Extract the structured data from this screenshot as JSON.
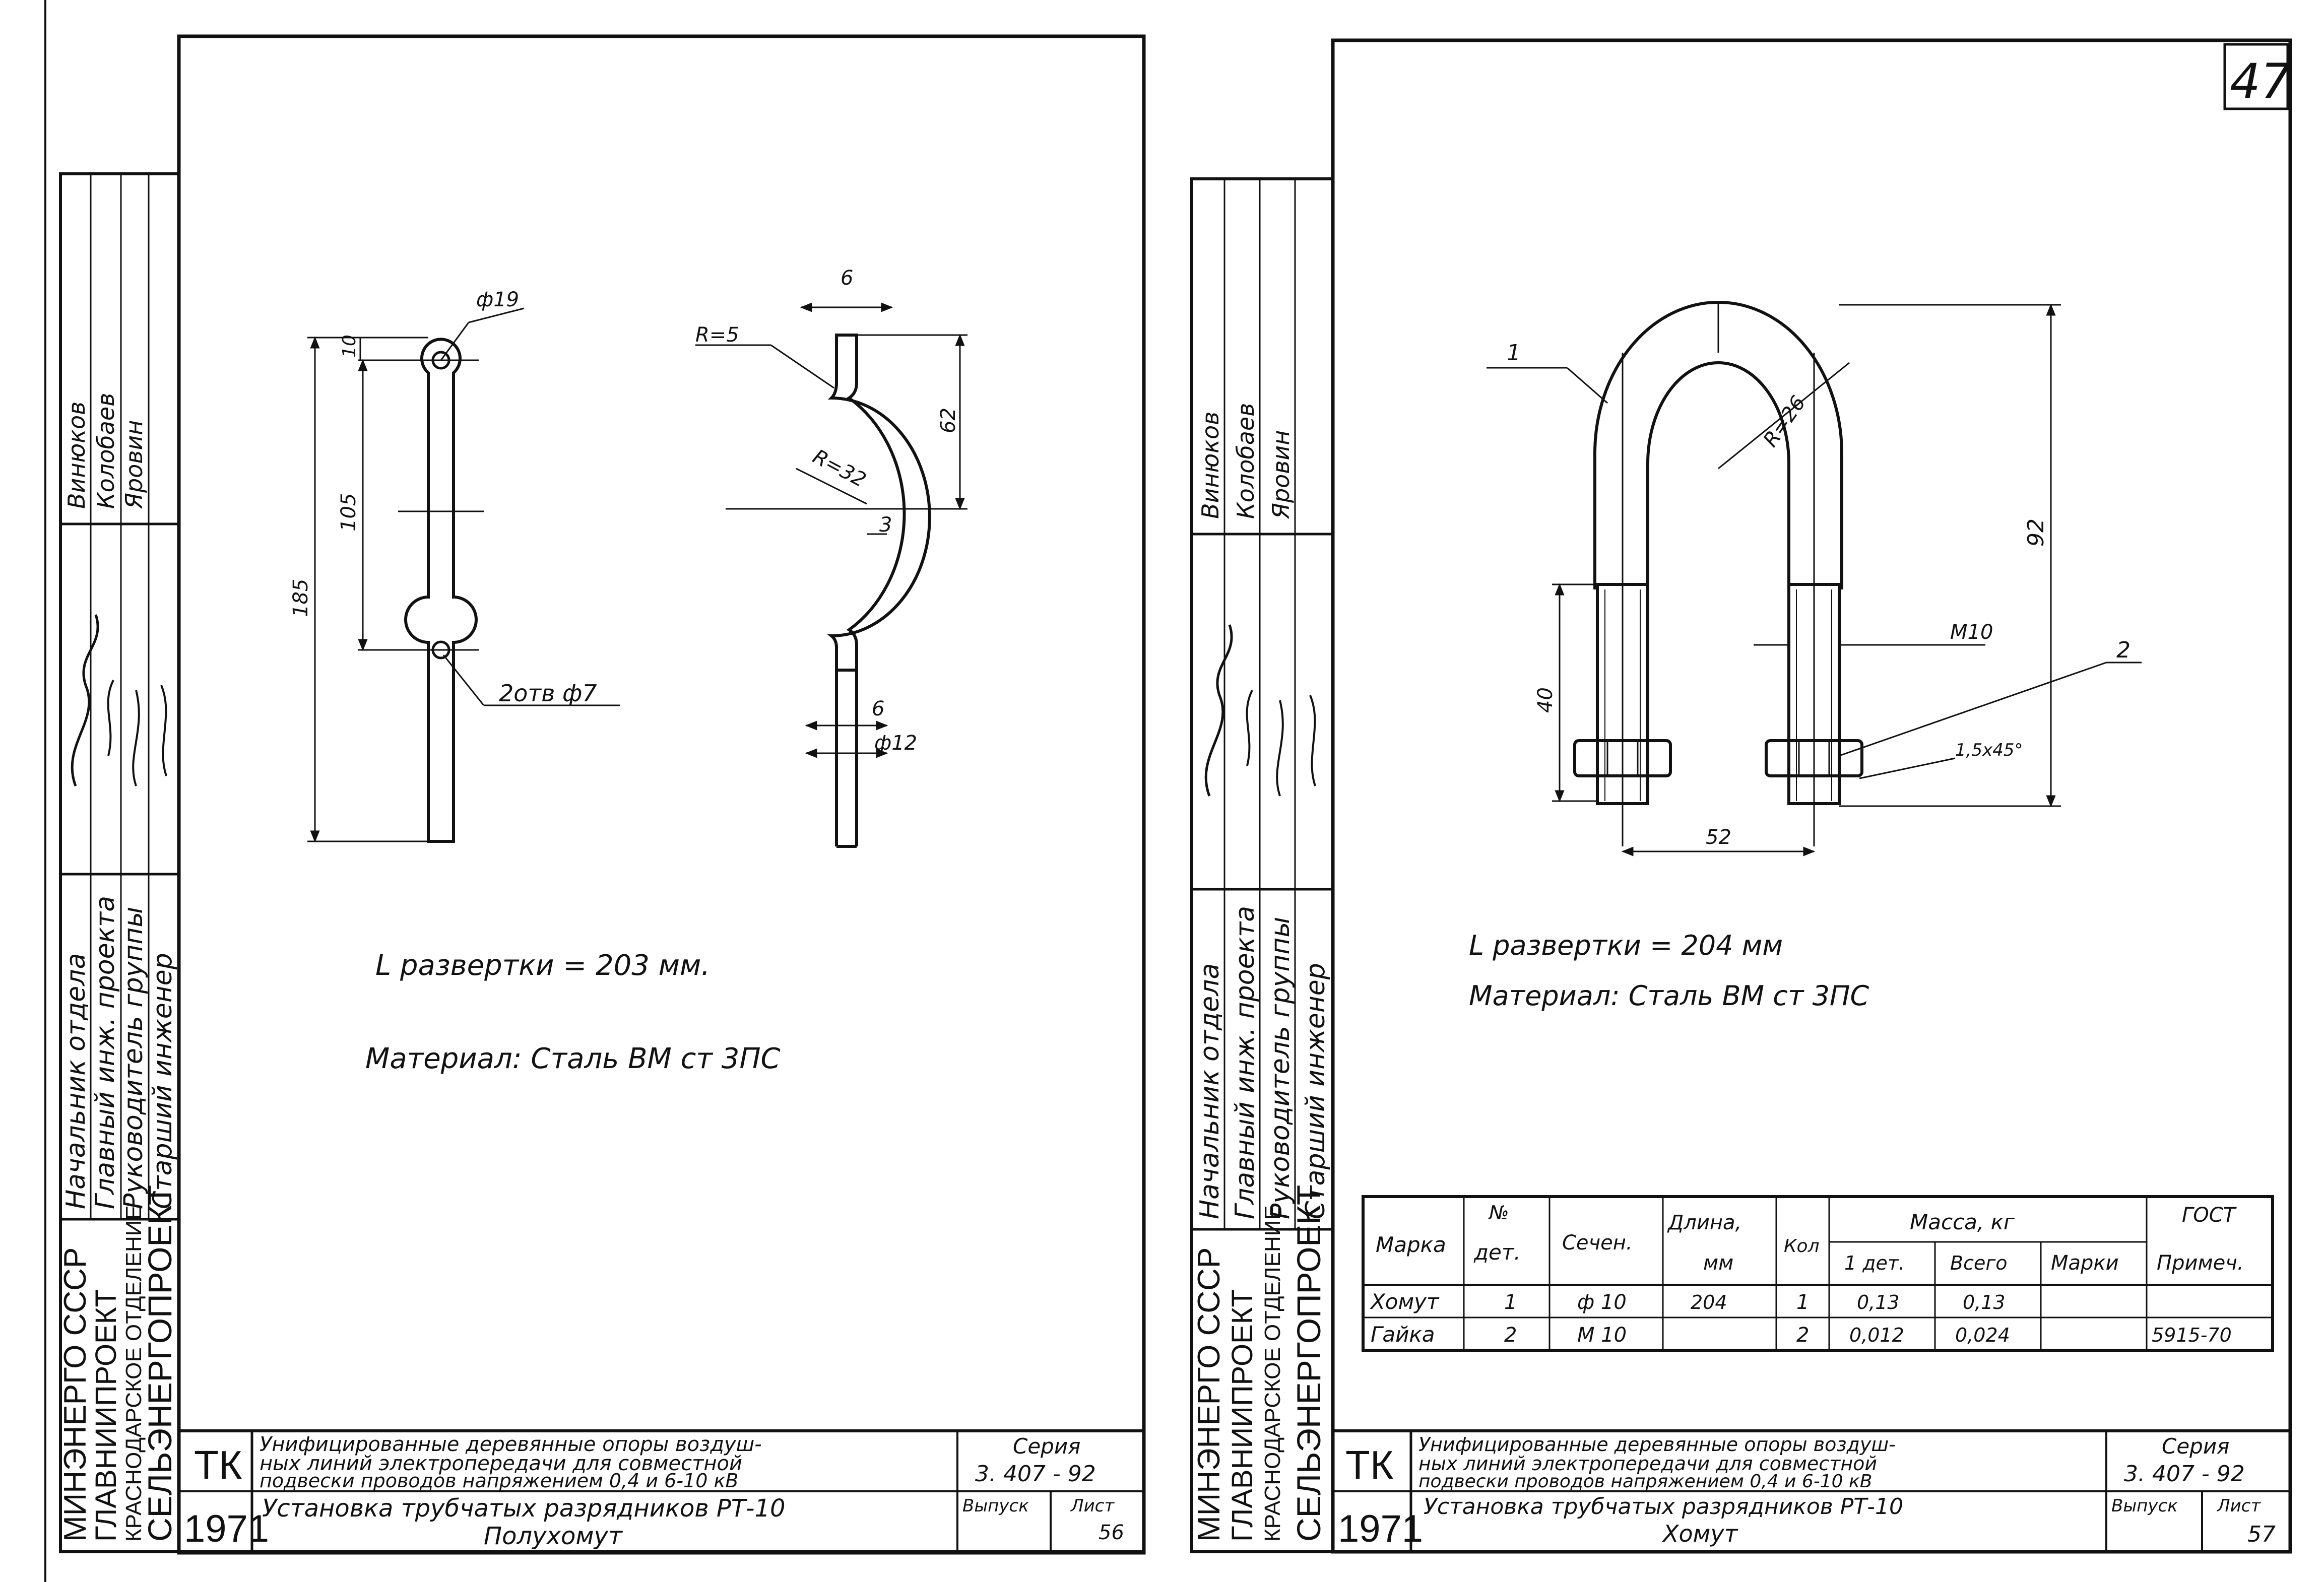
{
  "page_number": "47",
  "common": {
    "ministry": "МИНЭНЕРГО СССР",
    "institute": "ГЛАВНИИПРОЕКТ",
    "branch": "КРАСНОДАРСКОЕ ОТДЕЛЕНИЕ",
    "org": "СЕЛЬЭНЕРГОПРОЕКТ",
    "roles": [
      "Начальник отдела",
      "Главный инж. проекта",
      "Руководитель группы",
      "Старший инженер"
    ],
    "names": [
      "Винюков",
      "Колобаев",
      "Яровин"
    ],
    "tk": "ТК",
    "year": "1971",
    "title_line1": "Унифицированные деревянные опоры воздуш-",
    "title_line2": "ных линий электропередачи для совместной",
    "title_line3": "подвески проводов напряжением 0,4 и 6-10 кВ",
    "series_label": "Серия",
    "series_value": "3. 407 - 92",
    "issue_label": "Выпуск",
    "sheet_label": "Лист"
  },
  "left_sheet": {
    "dims": {
      "d19": "ф19",
      "r5": "R=5",
      "w6_top": "6",
      "d10": "10",
      "d62": "62",
      "d105": "105",
      "d185": "185",
      "r32": "R=32",
      "d3": "3",
      "holes": "2отв ф7",
      "w6_bottom": "6",
      "d12": "ф12"
    },
    "length": "L развертки = 203 мм.",
    "material": "Материал: Сталь ВМ ст 3ПС",
    "subtitle1": "Установка трубчатых разрядников РТ-10",
    "subtitle2": "Полухомут",
    "sheet_no": "56"
  },
  "right_sheet": {
    "dims": {
      "pos1": "1",
      "pos2": "2",
      "r26": "R=26",
      "d92": "92",
      "d40": "40",
      "m10": "М10",
      "chamfer": "1,5x45°",
      "d52": "52"
    },
    "length": "L развертки = 204 мм",
    "material": "Материал: Сталь ВМ ст 3ПС",
    "subtitle1": "Установка трубчатых разрядников РТ-10",
    "subtitle2": "Хомут",
    "sheet_no": "57",
    "table": {
      "headers": {
        "marka": "Марка",
        "num": "№",
        "det": "дет.",
        "sech": "Сечен.",
        "dlina": "Длина,",
        "mm": "мм",
        "kol": "Кол",
        "massa": "Масса, кг",
        "det1": "1 дет.",
        "vsego": "Всего",
        "marki": "Марки",
        "gost": "ГОСТ",
        "prim": "Примеч."
      },
      "rows": [
        [
          "Хомут",
          "1",
          "ф 10",
          "204",
          "1",
          "0,13",
          "0,13",
          "",
          ""
        ],
        [
          "Гайка",
          "2",
          "М 10",
          "",
          "2",
          "0,012",
          "0,024",
          "",
          "5915-70"
        ]
      ]
    }
  }
}
